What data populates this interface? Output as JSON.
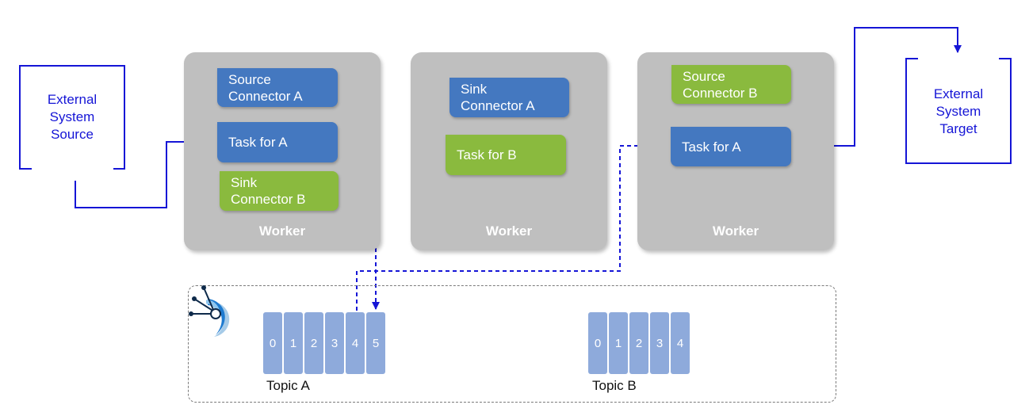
{
  "external_source": {
    "text": "External\nSystem\nSource"
  },
  "external_target": {
    "text": "External\nSystem\nTarget"
  },
  "workers": [
    {
      "label": "Worker",
      "items": [
        {
          "text": "Source\nConnector A",
          "color": "blue"
        },
        {
          "text": "Task for A",
          "color": "blue"
        },
        {
          "text": "Sink\nConnector B",
          "color": "green"
        }
      ]
    },
    {
      "label": "Worker",
      "items": [
        {
          "text": "Sink\nConnector A",
          "color": "blue"
        },
        {
          "text": "Task for  B",
          "color": "green"
        }
      ]
    },
    {
      "label": "Worker",
      "items": [
        {
          "text": "Source\nConnector B",
          "color": "green"
        },
        {
          "text": "Task for A",
          "color": "blue"
        }
      ]
    }
  ],
  "topics": [
    {
      "label": "Topic A",
      "partitions": [
        "0",
        "1",
        "2",
        "3",
        "4",
        "5"
      ]
    },
    {
      "label": "Topic B",
      "partitions": [
        "0",
        "1",
        "2",
        "3",
        "4"
      ]
    }
  ],
  "colors": {
    "connector_blue": "#4478c0",
    "connector_green": "#8aba3e",
    "flow_line": "#1515d6",
    "worker_bg": "#bfbfbf",
    "partition": "#8eaadb"
  },
  "icons": {
    "cluster": "kafka-logo-icon"
  }
}
